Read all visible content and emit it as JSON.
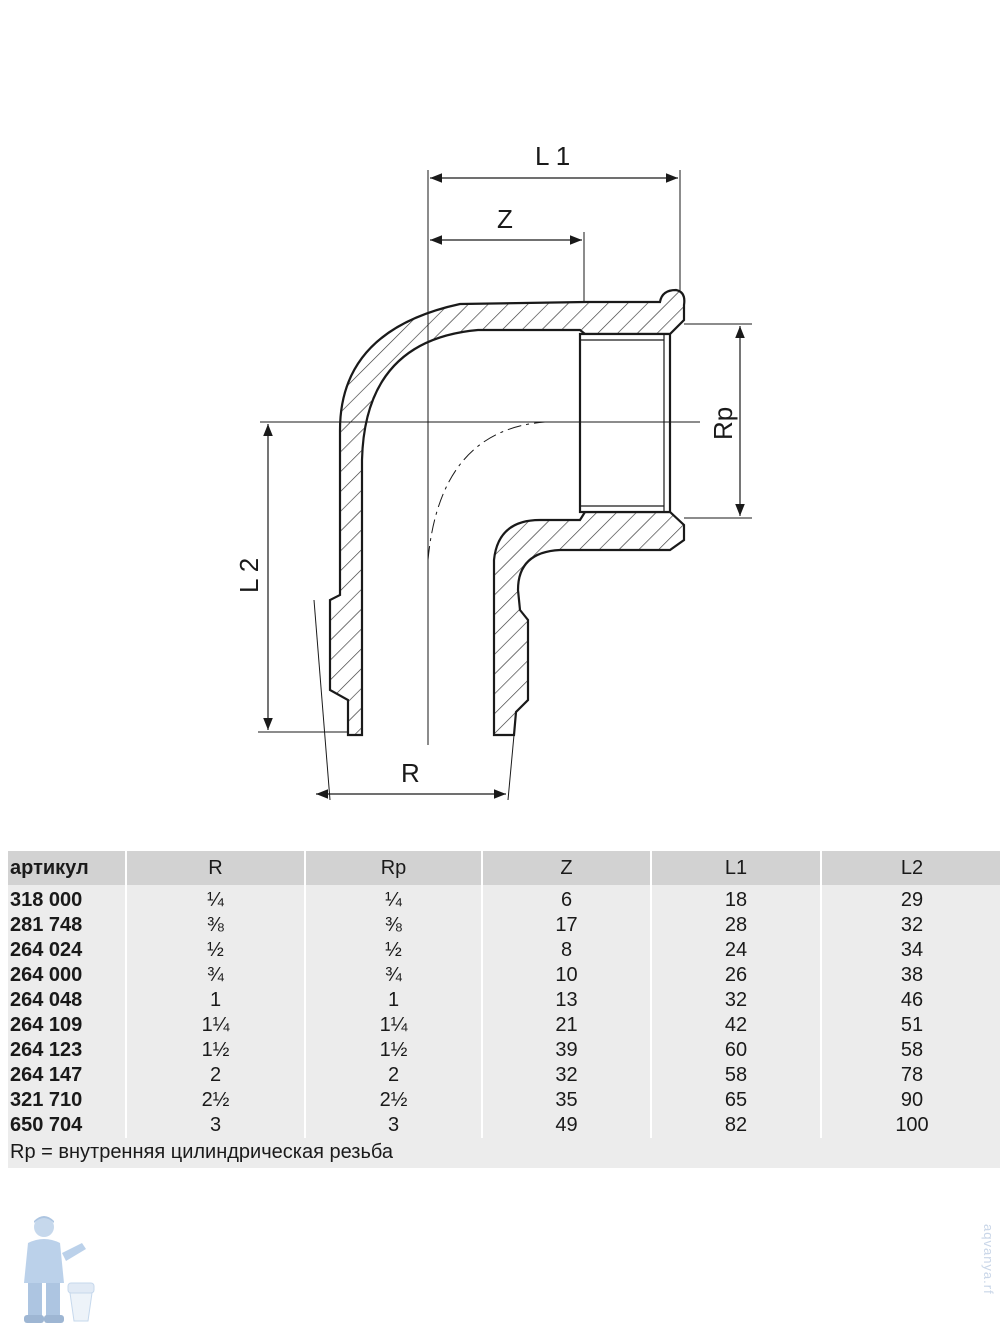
{
  "drawing": {
    "labels": {
      "l1": "L 1",
      "z": "Z",
      "rp": "Rp",
      "l2": "L 2",
      "r": "R"
    }
  },
  "table": {
    "headers": [
      "артикул",
      "R",
      "Rp",
      "Z",
      "L1",
      "L2"
    ],
    "rows": [
      [
        "318 000",
        "¼",
        "¼",
        "6",
        "18",
        "29"
      ],
      [
        "281 748",
        "⅜",
        "⅜",
        "17",
        "28",
        "32"
      ],
      [
        "264 024",
        "½",
        "½",
        "8",
        "24",
        "34"
      ],
      [
        "264 000",
        "¾",
        "¾",
        "10",
        "26",
        "38"
      ],
      [
        "264 048",
        "1",
        "1",
        "13",
        "32",
        "46"
      ],
      [
        "264 109",
        "1¼",
        "1¼",
        "21",
        "42",
        "51"
      ],
      [
        "264 123",
        "1½",
        "1½",
        "39",
        "60",
        "58"
      ],
      [
        "264 147",
        "2",
        "2",
        "32",
        "58",
        "78"
      ],
      [
        "321 710",
        "2½",
        "2½",
        "35",
        "65",
        "90"
      ],
      [
        "650 704",
        "3",
        "3",
        "49",
        "82",
        "100"
      ]
    ],
    "footnote": "Rp = внутренняя цилиндрическая резьба"
  },
  "branding": {
    "watermark_text": "aqvanya.rf",
    "mascot_icon": "plumber-mascot-icon"
  }
}
